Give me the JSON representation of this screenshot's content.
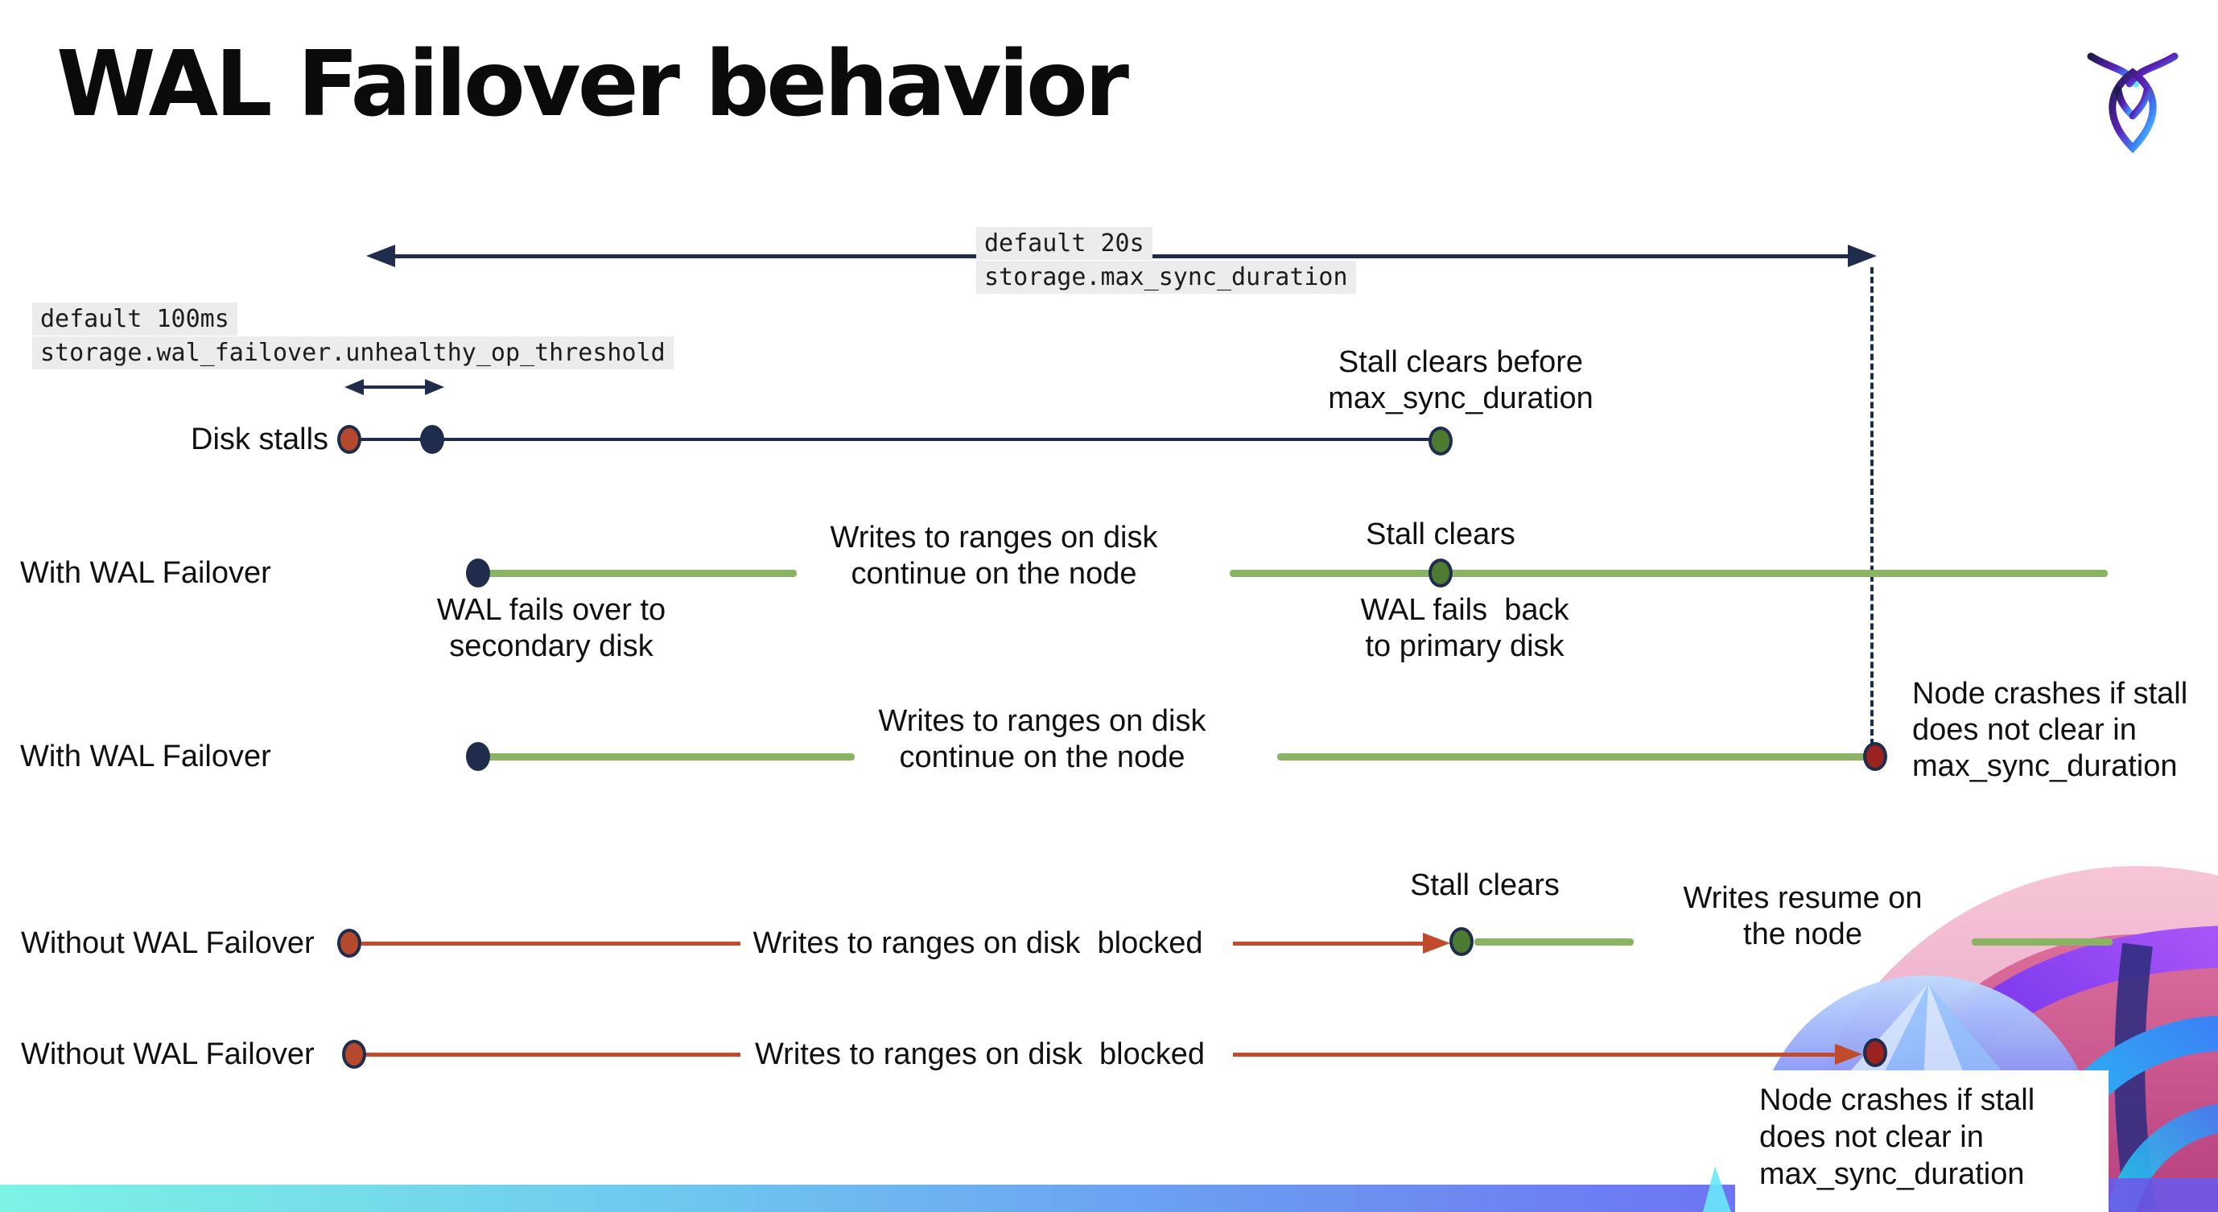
{
  "title": "WAL Failover behavior",
  "logo": {
    "name": "cockroachdb-logo"
  },
  "settings": {
    "max_sync_duration": {
      "default_label": "default 20s",
      "setting_name": "storage.max_sync_duration"
    },
    "unhealthy_op_threshold": {
      "default_label": "default 100ms",
      "setting_name": "storage.wal_failover.unhealthy_op_threshold"
    }
  },
  "rows": [
    {
      "id": "disk-stalls",
      "label": "Disk stalls"
    },
    {
      "id": "with-wal-failover-1",
      "label": "With WAL Failover"
    },
    {
      "id": "with-wal-failover-2",
      "label": "With WAL Failover"
    },
    {
      "id": "without-wal-failover-1",
      "label": "Without WAL Failover"
    },
    {
      "id": "without-wal-failover-2",
      "label": "Without WAL Failover"
    }
  ],
  "texts": {
    "stall_clears_before": {
      "l1": "Stall clears before",
      "l2": "max_sync_duration"
    },
    "writes_continue": {
      "l1": "Writes to ranges on disk",
      "l2": "continue on the node"
    },
    "wal_fails_over": {
      "l1": "WAL fails over to",
      "l2": "secondary disk"
    },
    "stall_clears": "Stall clears",
    "wal_fails_back": {
      "l1": "WAL fails  back",
      "l2": "to primary disk"
    },
    "node_crashes": {
      "l1": "Node crashes if stall",
      "l2": "does not clear in",
      "l3": "max_sync_duration"
    },
    "writes_blocked": "Writes to ranges on disk  blocked",
    "writes_resume": {
      "l1": "Writes resume on",
      "l2": "the node"
    }
  },
  "colors": {
    "navy": "#1f2c4c",
    "green_line": "#8ab463",
    "green_dot": "#4c7b31",
    "red_orange": "#b5492e",
    "red_line": "#c04b2e",
    "dark_red": "#9a231f",
    "code_highlight_bg": "#ececec",
    "bar_gradient_left": "#7cf4e4",
    "bar_gradient_right": "#7c5bf0",
    "logo_gradient": [
      "#1e1b4b",
      "#5b21b6",
      "#3b82f6",
      "#67e8f9"
    ]
  }
}
